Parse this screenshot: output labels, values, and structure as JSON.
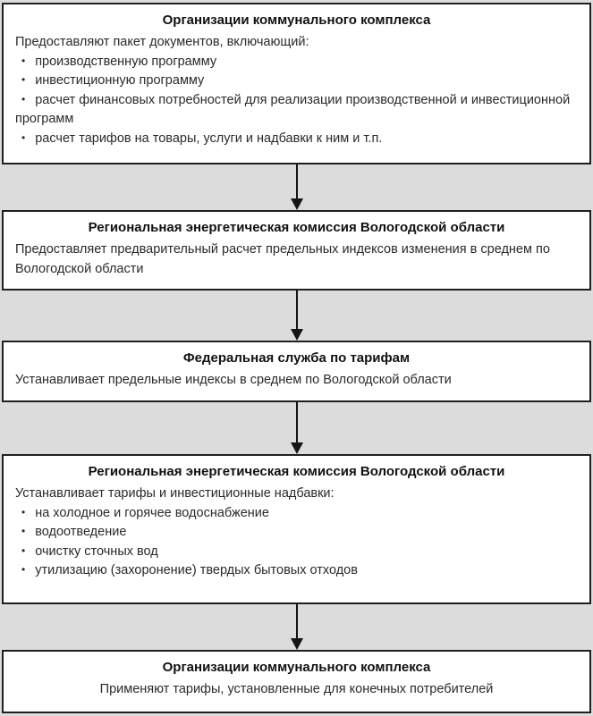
{
  "colors": {
    "background": "#dcdcdc",
    "box_background": "#ffffff",
    "box_border": "#1f1f1f",
    "title_text": "#111111",
    "body_text": "#2a2a2a"
  },
  "flowchart": {
    "boxes": [
      {
        "title": "Организации коммунального комплекса",
        "intro": "Предоставляют пакет документов, включающий:",
        "bullets": [
          "производственную программу",
          "инвестиционную программу",
          "расчет финансовых потребностей для реализации производственной и инвестиционной программ",
          "расчет тарифов на товары, услуги и надбавки к ним и т.п."
        ]
      },
      {
        "title": "Региональная энергетическая комиссия Вологодской области",
        "intro": "Предоставляет предварительный расчет предельных индексов изменения в среднем по Вологодской области",
        "bullets": []
      },
      {
        "title": "Федеральная служба по тарифам",
        "intro": "Устанавливает предельные индексы в среднем по Вологодской области",
        "bullets": []
      },
      {
        "title": "Региональная энергетическая комиссия Вологодской области",
        "intro": "Устанавливает тарифы и инвестиционные надбавки:",
        "bullets": [
          "на холодное и горячее водоснабжение",
          "водоотведение",
          "очистку сточных вод",
          "утилизацию (захоронение) твердых бытовых отходов"
        ]
      },
      {
        "title": "Организации коммунального комплекса",
        "intro": "Применяют тарифы, установленные для конечных потребителей",
        "bullets": []
      }
    ]
  }
}
